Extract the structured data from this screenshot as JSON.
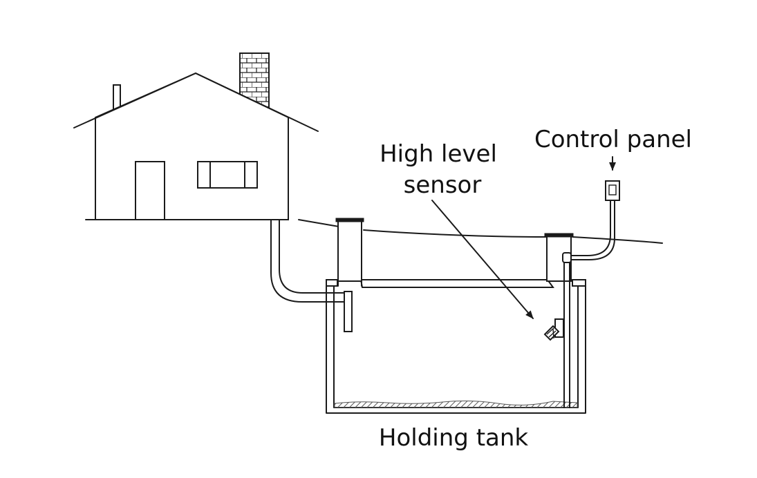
{
  "labels": {
    "high_level_line1": "High level",
    "high_level_line2": "sensor",
    "control_panel": "Control panel",
    "holding_tank": "Holding tank"
  },
  "colors": {
    "line": "#1a1a1a",
    "background": "#ffffff",
    "sludge": "#6b6b6b"
  }
}
